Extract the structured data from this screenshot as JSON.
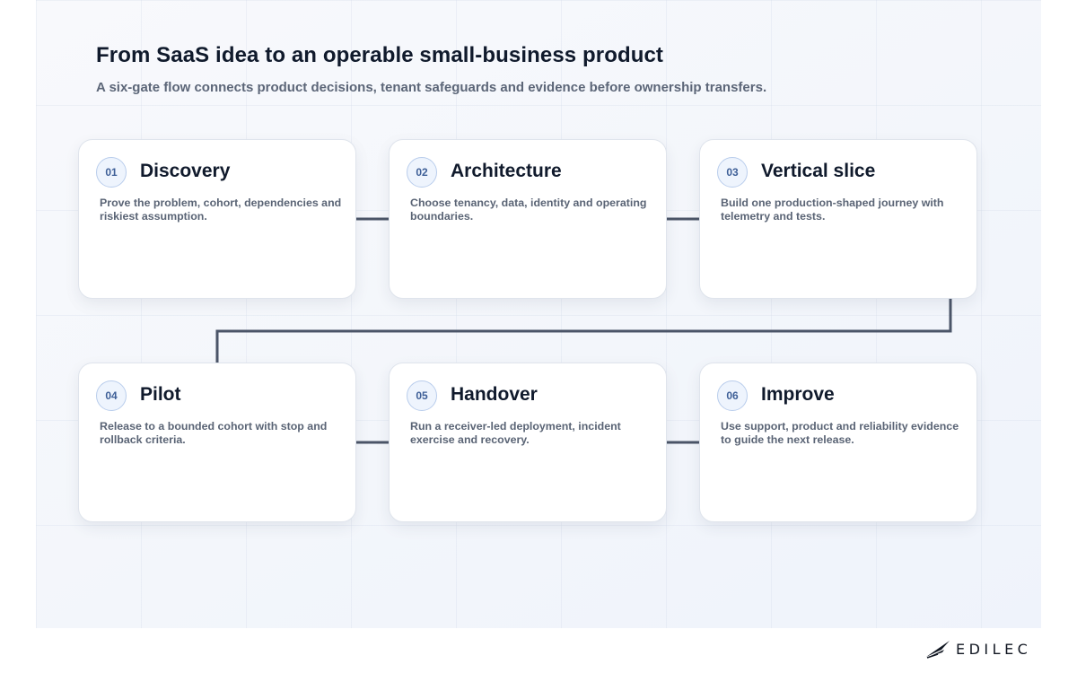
{
  "header": {
    "title": "From SaaS idea to an operable small-business product",
    "subtitle": "A six-gate flow connects product decisions, tenant safeguards and evidence before ownership transfers."
  },
  "steps": [
    {
      "number": "01",
      "title": "Discovery",
      "description": "Prove the problem, cohort, dependencies and riskiest assumption."
    },
    {
      "number": "02",
      "title": "Architecture",
      "description": "Choose tenancy, data, identity and operating boundaries."
    },
    {
      "number": "03",
      "title": "Vertical slice",
      "description": "Build one production-shaped journey with telemetry and tests."
    },
    {
      "number": "04",
      "title": "Pilot",
      "description": "Release to a bounded cohort with stop and rollback criteria."
    },
    {
      "number": "05",
      "title": "Handover",
      "description": "Run a receiver-led deployment, incident exercise and recovery."
    },
    {
      "number": "06",
      "title": "Improve",
      "description": "Use support, product and reliability evidence to guide the next release."
    }
  ],
  "brand": {
    "name": "EDILEC",
    "icon": "edilec-logo-mark"
  },
  "colors": {
    "connector": "#4b5568",
    "badge_border": "#b9cdec",
    "badge_text": "#3e5f97",
    "title_text": "#101a2c"
  }
}
